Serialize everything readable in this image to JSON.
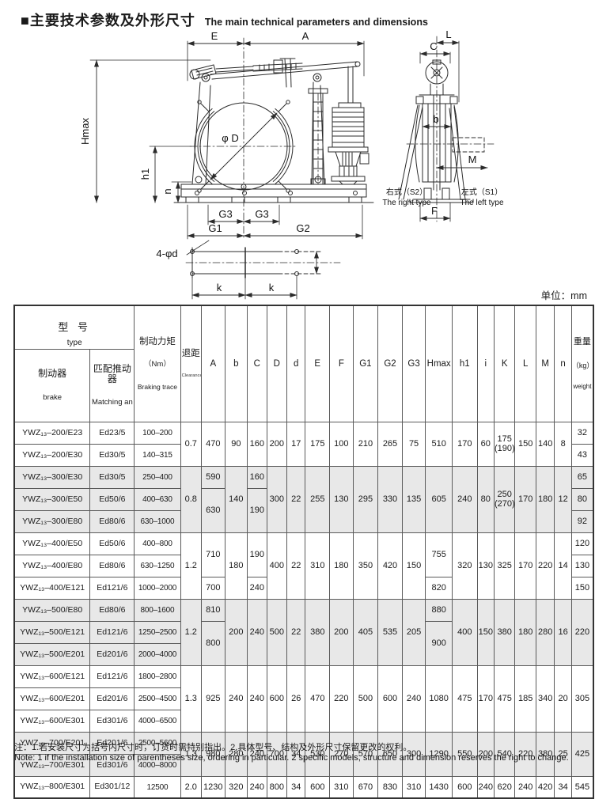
{
  "page": {
    "title_zh": "■主要技术参数及外形尺寸",
    "title_en": "The main technical parameters and dimensions",
    "unit_label": "单位：mm"
  },
  "drawing": {
    "front": {
      "e": "E",
      "a": "A",
      "hmax": "Hmax",
      "h1": "h1",
      "n": "n",
      "phi_d": "φ D",
      "g3_left": "G3",
      "g3_right": "G3",
      "g1": "G1",
      "g2": "G2"
    },
    "side": {
      "l": "L",
      "c": "C",
      "b": "b",
      "m": "M",
      "f": "F",
      "right_zh": "右式（S2）",
      "right_en": "The right type",
      "left_zh": "左式（S1）",
      "left_en": "The left type"
    },
    "plan": {
      "holes": "4-φd",
      "k_left": "k",
      "k_right": "k"
    }
  },
  "table": {
    "header": {
      "type_zh": "型 号",
      "type_en": "type",
      "brake_zh": "制动器",
      "brake_en": "brake",
      "matching_zh": "匹配推动器",
      "matching_en": "Matching an",
      "torque_zh": "制动力矩",
      "torque_unit": "（Nm）",
      "torque_en": "Braking trace",
      "clearance_zh": "退距",
      "clearance_en": "Clearance",
      "cols": [
        "A",
        "b",
        "C",
        "D",
        "d",
        "E",
        "F",
        "G1",
        "G2",
        "G3",
        "Hmax",
        "h1",
        "i",
        "K",
        "L",
        "M",
        "n"
      ],
      "weight_zh": "重量",
      "weight_unit": "（kg）",
      "weight_en": "weight"
    },
    "rows": [
      {
        "shaded": false,
        "groupStart": true,
        "cells": [
          {
            "t": "YWZ₁₃–200/E23"
          },
          {
            "t": "Ed23/5"
          },
          {
            "t": "100–200"
          },
          {
            "t": "0.7",
            "rs": 2
          },
          {
            "t": "470",
            "rs": 2
          },
          {
            "t": "90",
            "rs": 2
          },
          {
            "t": "160",
            "rs": 2
          },
          {
            "t": "200",
            "rs": 2
          },
          {
            "t": "17",
            "rs": 2
          },
          {
            "t": "175",
            "rs": 2
          },
          {
            "t": "100",
            "rs": 2
          },
          {
            "t": "210",
            "rs": 2
          },
          {
            "t": "265",
            "rs": 2
          },
          {
            "t": "75",
            "rs": 2
          },
          {
            "t": "510",
            "rs": 2
          },
          {
            "t": "170",
            "rs": 2
          },
          {
            "t": "60",
            "rs": 2
          },
          {
            "t": "175\n(190)",
            "rs": 2
          },
          {
            "t": "150",
            "rs": 2
          },
          {
            "t": "140",
            "rs": 2
          },
          {
            "t": "8",
            "rs": 2
          },
          {
            "t": "32"
          }
        ]
      },
      {
        "shaded": false,
        "cells": [
          {
            "t": "YWZ₁₃–200/E30"
          },
          {
            "t": "Ed30/5"
          },
          {
            "t": "140–315"
          },
          {
            "t": "43"
          }
        ]
      },
      {
        "shaded": true,
        "groupStart": true,
        "cells": [
          {
            "t": "YWZ₁₃–300/E30"
          },
          {
            "t": "Ed30/5"
          },
          {
            "t": "250–400"
          },
          {
            "t": "0.8",
            "rs": 3
          },
          {
            "t": "590"
          },
          {
            "t": "140",
            "rs": 3
          },
          {
            "t": "160"
          },
          {
            "t": "300",
            "rs": 3
          },
          {
            "t": "22",
            "rs": 3
          },
          {
            "t": "255",
            "rs": 3
          },
          {
            "t": "130",
            "rs": 3
          },
          {
            "t": "295",
            "rs": 3
          },
          {
            "t": "330",
            "rs": 3
          },
          {
            "t": "135",
            "rs": 3
          },
          {
            "t": "605",
            "rs": 3
          },
          {
            "t": "240",
            "rs": 3
          },
          {
            "t": "80",
            "rs": 3
          },
          {
            "t": "250\n(270)",
            "rs": 3
          },
          {
            "t": "170",
            "rs": 3
          },
          {
            "t": "180",
            "rs": 3
          },
          {
            "t": "12",
            "rs": 3
          },
          {
            "t": "65"
          }
        ]
      },
      {
        "shaded": true,
        "cells": [
          {
            "t": "YWZ₁₃–300/E50"
          },
          {
            "t": "Ed50/6"
          },
          {
            "t": "400–630"
          },
          {
            "t": "630",
            "rs": 2
          },
          {
            "t": "190",
            "rs": 2
          },
          {
            "t": "80"
          }
        ]
      },
      {
        "shaded": true,
        "cells": [
          {
            "t": "YWZ₁₃–300/E80"
          },
          {
            "t": "Ed80/6"
          },
          {
            "t": "630–1000"
          },
          {
            "t": "92"
          }
        ]
      },
      {
        "shaded": false,
        "groupStart": true,
        "cells": [
          {
            "t": "YWZ₁₃–400/E50"
          },
          {
            "t": "Ed50/6"
          },
          {
            "t": "400–800"
          },
          {
            "t": "1.2",
            "rs": 3
          },
          {
            "t": "710",
            "rs": 2
          },
          {
            "t": "180",
            "rs": 3
          },
          {
            "t": "190",
            "rs": 2
          },
          {
            "t": "400",
            "rs": 3
          },
          {
            "t": "22",
            "rs": 3
          },
          {
            "t": "310",
            "rs": 3
          },
          {
            "t": "180",
            "rs": 3
          },
          {
            "t": "350",
            "rs": 3
          },
          {
            "t": "420",
            "rs": 3
          },
          {
            "t": "150",
            "rs": 3
          },
          {
            "t": "755",
            "rs": 2
          },
          {
            "t": "320",
            "rs": 3
          },
          {
            "t": "130",
            "rs": 3
          },
          {
            "t": "325",
            "rs": 3
          },
          {
            "t": "170",
            "rs": 3
          },
          {
            "t": "220",
            "rs": 3
          },
          {
            "t": "14",
            "rs": 3
          },
          {
            "t": "120"
          }
        ]
      },
      {
        "shaded": false,
        "cells": [
          {
            "t": "YWZ₁₃–400/E80"
          },
          {
            "t": "Ed80/6"
          },
          {
            "t": "630–1250"
          },
          {
            "t": "130"
          }
        ]
      },
      {
        "shaded": false,
        "cells": [
          {
            "t": "YWZ₁₃–400/E121"
          },
          {
            "t": "Ed121/6"
          },
          {
            "t": "1000–2000"
          },
          {
            "t": "700"
          },
          {
            "t": "240"
          },
          {
            "t": "820"
          },
          {
            "t": "150"
          }
        ]
      },
      {
        "shaded": true,
        "groupStart": true,
        "cells": [
          {
            "t": "YWZ₁₃–500/E80"
          },
          {
            "t": "Ed80/6"
          },
          {
            "t": "800–1600"
          },
          {
            "t": "1.2",
            "rs": 3
          },
          {
            "t": "810"
          },
          {
            "t": "200",
            "rs": 3
          },
          {
            "t": "240",
            "rs": 3
          },
          {
            "t": "500",
            "rs": 3
          },
          {
            "t": "22",
            "rs": 3
          },
          {
            "t": "380",
            "rs": 3
          },
          {
            "t": "200",
            "rs": 3
          },
          {
            "t": "405",
            "rs": 3
          },
          {
            "t": "535",
            "rs": 3
          },
          {
            "t": "205",
            "rs": 3
          },
          {
            "t": "880"
          },
          {
            "t": "400",
            "rs": 3
          },
          {
            "t": "150",
            "rs": 3
          },
          {
            "t": "380",
            "rs": 3
          },
          {
            "t": "180",
            "rs": 3
          },
          {
            "t": "280",
            "rs": 3
          },
          {
            "t": "16",
            "rs": 3
          },
          {
            "t": "220",
            "rs": 3
          }
        ]
      },
      {
        "shaded": true,
        "cells": [
          {
            "t": "YWZ₁₃–500/E121"
          },
          {
            "t": "Ed121/6"
          },
          {
            "t": "1250–2500"
          },
          {
            "t": "800",
            "rs": 2
          },
          {
            "t": "900",
            "rs": 2
          }
        ]
      },
      {
        "shaded": true,
        "cells": [
          {
            "t": "YWZ₁₃–500/E201"
          },
          {
            "t": "Ed201/6"
          },
          {
            "t": "2000–4000"
          }
        ]
      },
      {
        "shaded": false,
        "groupStart": true,
        "cells": [
          {
            "t": "YWZ₁₃–600/E121"
          },
          {
            "t": "Ed121/6"
          },
          {
            "t": "1800–2800"
          },
          {
            "t": "1.3",
            "rs": 3
          },
          {
            "t": "925",
            "rs": 3
          },
          {
            "t": "240",
            "rs": 3
          },
          {
            "t": "240",
            "rs": 3
          },
          {
            "t": "600",
            "rs": 3
          },
          {
            "t": "26",
            "rs": 3
          },
          {
            "t": "470",
            "rs": 3
          },
          {
            "t": "220",
            "rs": 3
          },
          {
            "t": "500",
            "rs": 3
          },
          {
            "t": "600",
            "rs": 3
          },
          {
            "t": "240",
            "rs": 3
          },
          {
            "t": "1080",
            "rs": 3
          },
          {
            "t": "475",
            "rs": 3
          },
          {
            "t": "170",
            "rs": 3
          },
          {
            "t": "475",
            "rs": 3
          },
          {
            "t": "185",
            "rs": 3
          },
          {
            "t": "340",
            "rs": 3
          },
          {
            "t": "20",
            "rs": 3
          },
          {
            "t": "305",
            "rs": 3
          }
        ]
      },
      {
        "shaded": false,
        "cells": [
          {
            "t": "YWZ₁₃–600/E201"
          },
          {
            "t": "Ed201/6"
          },
          {
            "t": "2500–4500"
          }
        ]
      },
      {
        "shaded": false,
        "cells": [
          {
            "t": "YWZ₁₃–600/E301"
          },
          {
            "t": "Ed301/6"
          },
          {
            "t": "4000–6500"
          }
        ]
      },
      {
        "shaded": true,
        "groupStart": true,
        "cells": [
          {
            "t": "YWZ₁₃–700/E201"
          },
          {
            "t": "Ed201/6"
          },
          {
            "t": "2500–5600"
          },
          {
            "t": "1.3",
            "rs": 2
          },
          {
            "t": "980",
            "rs": 2
          },
          {
            "t": "280",
            "rs": 2
          },
          {
            "t": "240",
            "rs": 2
          },
          {
            "t": "700",
            "rs": 2
          },
          {
            "t": "34",
            "rs": 2
          },
          {
            "t": "530",
            "rs": 2
          },
          {
            "t": "270",
            "rs": 2
          },
          {
            "t": "570",
            "rs": 2
          },
          {
            "t": "650",
            "rs": 2
          },
          {
            "t": "300",
            "rs": 2
          },
          {
            "t": "1290",
            "rs": 2
          },
          {
            "t": "550",
            "rs": 2
          },
          {
            "t": "200",
            "rs": 2
          },
          {
            "t": "540",
            "rs": 2
          },
          {
            "t": "220",
            "rs": 2
          },
          {
            "t": "380",
            "rs": 2
          },
          {
            "t": "25",
            "rs": 2
          },
          {
            "t": "425",
            "rs": 2
          }
        ]
      },
      {
        "shaded": true,
        "cells": [
          {
            "t": "YWZ₁₃–700/E301"
          },
          {
            "t": "Ed301/6"
          },
          {
            "t": "4000–8000"
          }
        ]
      },
      {
        "shaded": false,
        "groupStart": true,
        "cells": [
          {
            "t": "YWZ₁₃–800/E301"
          },
          {
            "t": "Ed301/12"
          },
          {
            "t": "12500"
          },
          {
            "t": "2.0"
          },
          {
            "t": "1230"
          },
          {
            "t": "320"
          },
          {
            "t": "240"
          },
          {
            "t": "800"
          },
          {
            "t": "34"
          },
          {
            "t": "600"
          },
          {
            "t": "310"
          },
          {
            "t": "670"
          },
          {
            "t": "830"
          },
          {
            "t": "310"
          },
          {
            "t": "1430"
          },
          {
            "t": "600"
          },
          {
            "t": "240"
          },
          {
            "t": "620"
          },
          {
            "t": "240"
          },
          {
            "t": "420"
          },
          {
            "t": "34"
          },
          {
            "t": "545"
          }
        ]
      }
    ]
  },
  "notes": {
    "zh": "注：1.若安装尺寸为括号内尺寸时，订货时需特别指出。2.具体型号、结构及外形尺寸保留更改的权利。",
    "en": "Note: 1 if the installation size of parentheses size, ordering in particular. 2 specific models, structure and dimension reserves the right to change."
  }
}
